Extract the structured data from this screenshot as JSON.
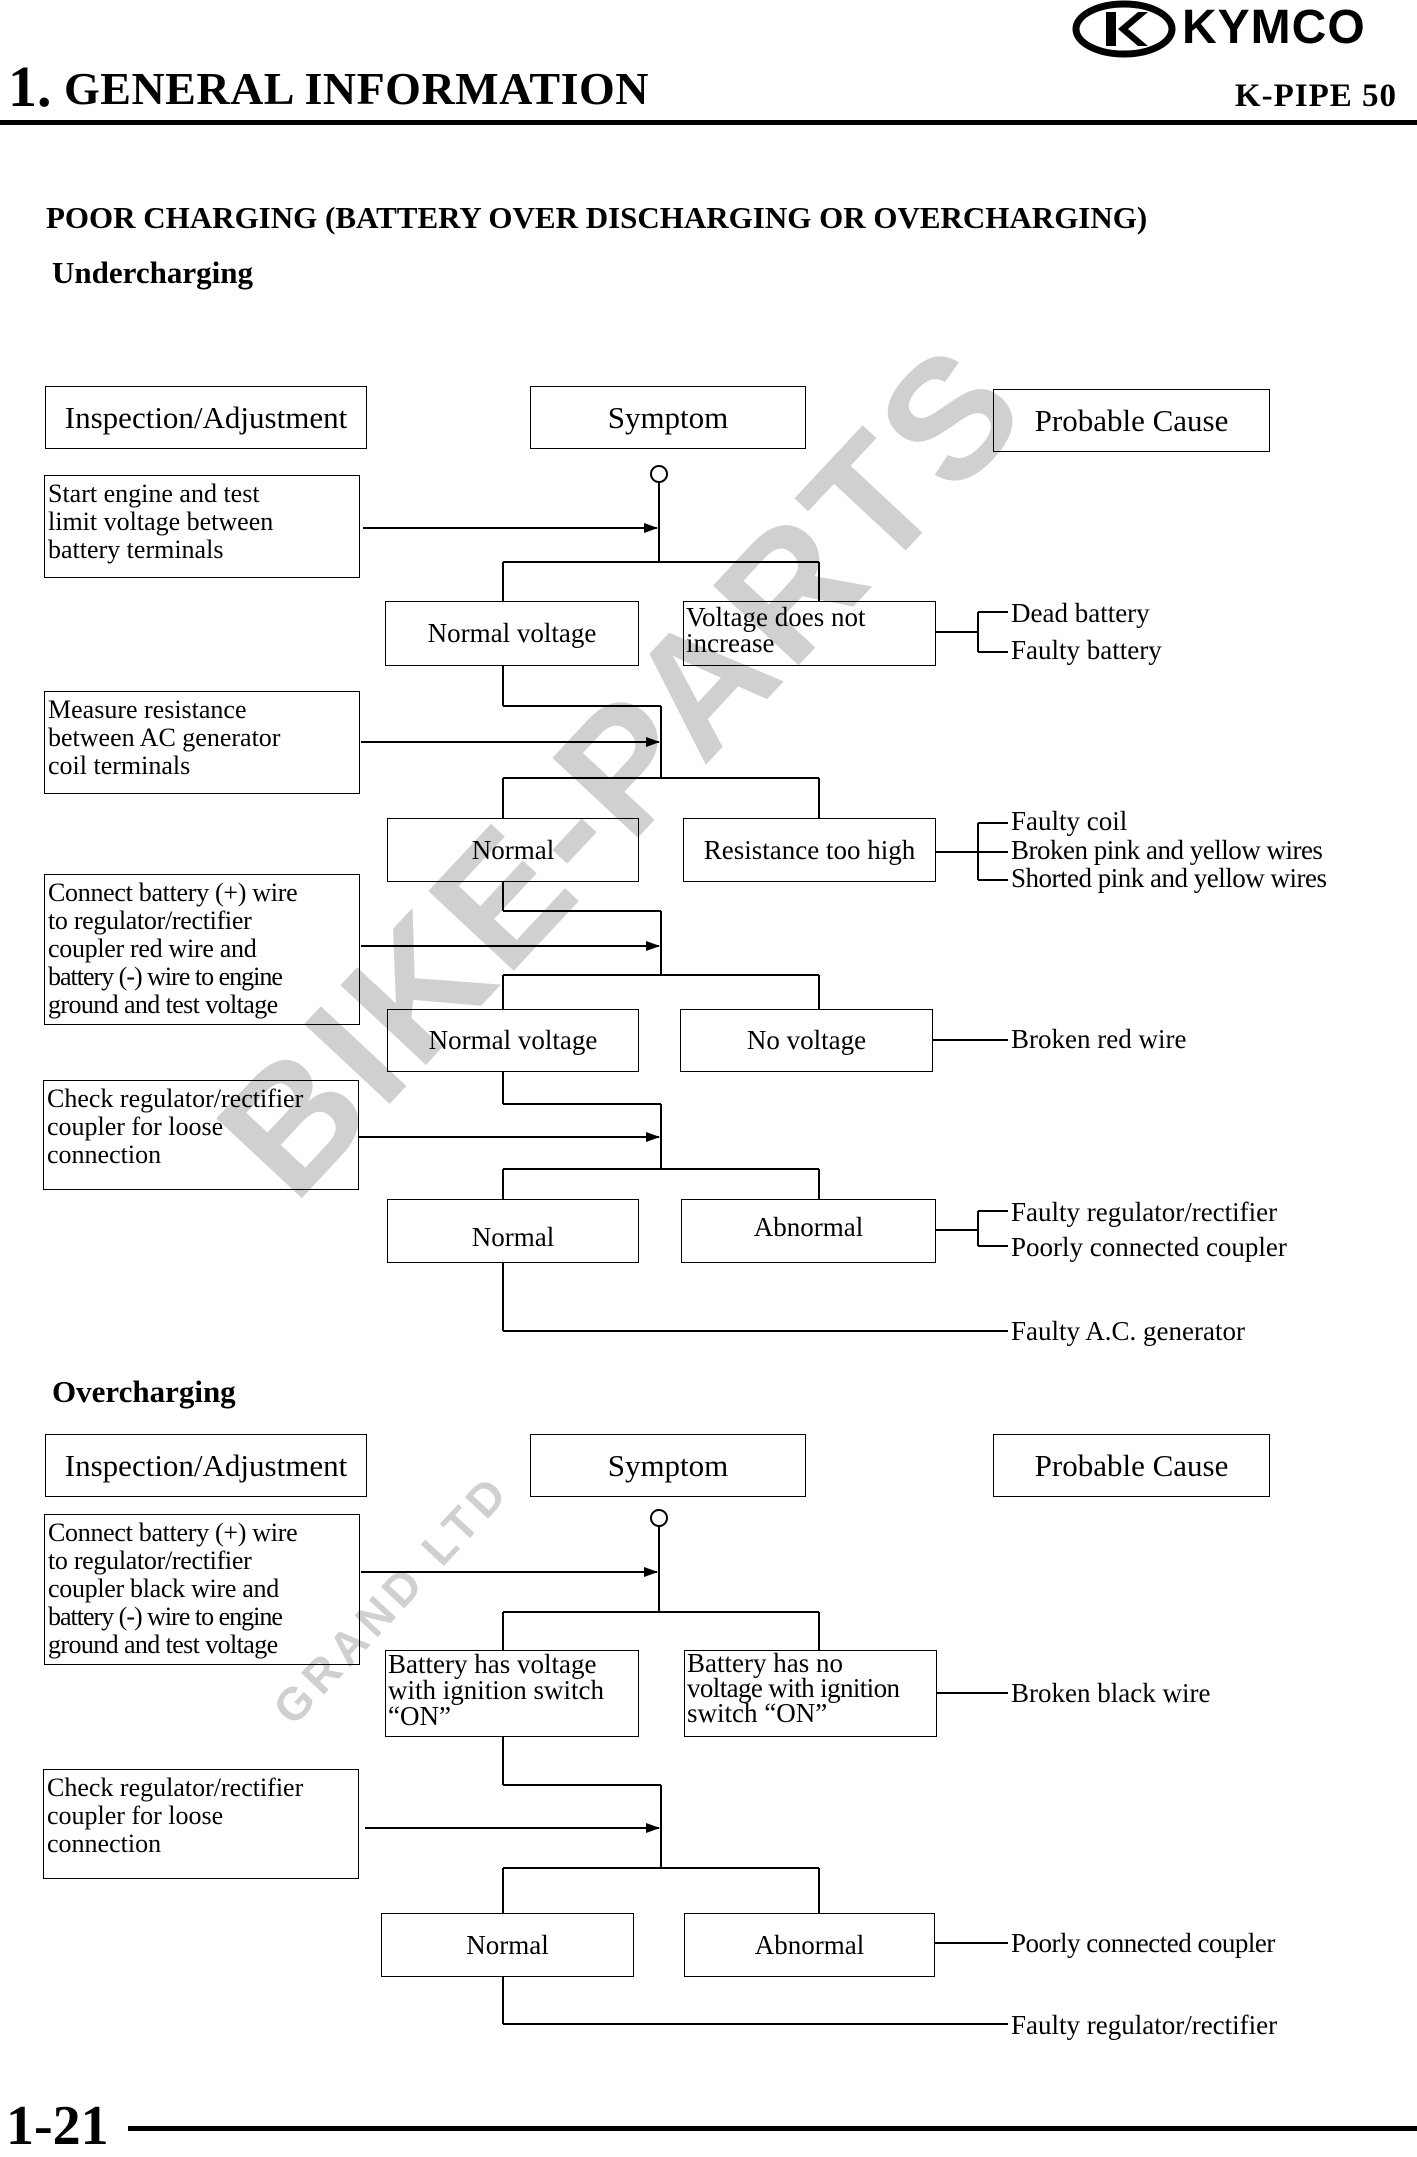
{
  "header": {
    "chapter_number": "1.",
    "chapter_title": "GENERAL INFORMATION",
    "model": "K-PIPE 50",
    "brand": "KYMCO"
  },
  "section_title": "POOR CHARGING (BATTERY OVER DISCHARGING OR OVERCHARGING)",
  "undercharging": {
    "title": "Undercharging",
    "headers": {
      "inspection": "Inspection/Adjustment",
      "symptom": "Symptom",
      "cause": "Probable Cause"
    },
    "steps": [
      {
        "inspection": [
          "Start engine and test",
          "limit voltage between",
          "battery terminals"
        ],
        "normal": "Normal voltage",
        "abnormal": [
          "Voltage does not",
          "increase"
        ],
        "causes": [
          "Dead battery",
          "Faulty battery"
        ]
      },
      {
        "inspection": [
          "Measure resistance",
          "between AC generator",
          "coil terminals"
        ],
        "normal": "Normal",
        "abnormal": [
          "Resistance too high"
        ],
        "causes": [
          "Faulty coil",
          "Broken pink and yellow wires",
          "Shorted pink and yellow wires"
        ]
      },
      {
        "inspection": [
          "Connect battery (+) wire",
          "to regulator/rectifier",
          "coupler red wire and",
          "battery (-) wire to engine",
          "ground and test voltage"
        ],
        "normal": "Normal voltage",
        "abnormal": [
          "No voltage"
        ],
        "causes": [
          "Broken red wire"
        ]
      },
      {
        "inspection": [
          "Check regulator/rectifier",
          "coupler for loose",
          "connection"
        ],
        "normal": "Normal",
        "abnormal": [
          "Abnormal"
        ],
        "causes": [
          "Faulty regulator/rectifier",
          "Poorly connected coupler"
        ]
      }
    ],
    "final_cause": "Faulty A.C. generator"
  },
  "overcharging": {
    "title": "Overcharging",
    "headers": {
      "inspection": "Inspection/Adjustment",
      "symptom": "Symptom",
      "cause": "Probable Cause"
    },
    "steps": [
      {
        "inspection": [
          "Connect battery (+) wire",
          "to regulator/rectifier",
          "coupler black wire and",
          "battery (-) wire to engine",
          "ground and test voltage"
        ],
        "normal": [
          "Battery has voltage",
          "with ignition switch",
          "“ON”"
        ],
        "abnormal": [
          "Battery has no",
          "voltage with ignition",
          "switch “ON”"
        ],
        "causes": [
          "Broken black wire"
        ]
      },
      {
        "inspection": [
          "Check regulator/rectifier",
          "coupler for loose",
          "connection"
        ],
        "normal": [
          "Normal"
        ],
        "abnormal": [
          "Abnormal"
        ],
        "causes": [
          "Poorly connected coupler"
        ]
      }
    ],
    "final_cause": "Faulty regulator/rectifier"
  },
  "watermark": {
    "main": "BIKE-PARTS",
    "sub": "GRAND LTD"
  },
  "footer": {
    "page_number": "1-21"
  }
}
